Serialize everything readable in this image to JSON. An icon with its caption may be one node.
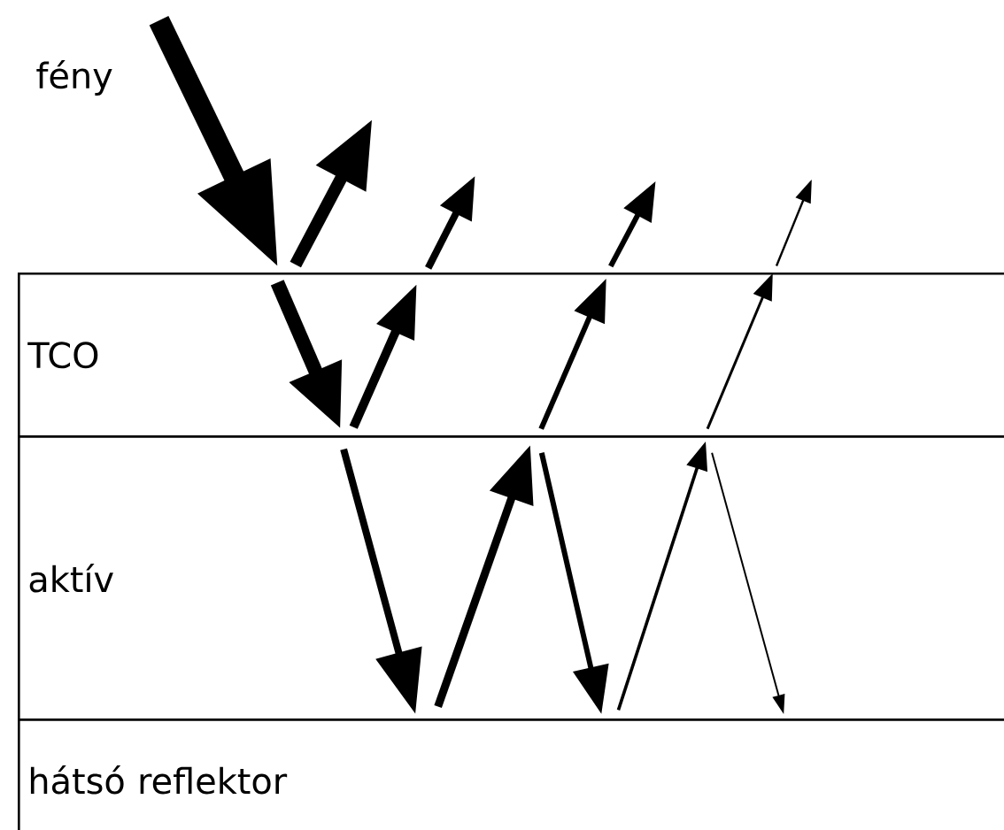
{
  "diagram": {
    "nodes": [
      {
        "text": [
          "TCO"
        ]
      },
      {
        "text": [
          "aktív"
        ]
      },
      {
        "text": [
          "hátsó reflektor"
        ]
      }
    ],
    "labels": [
      "fény"
    ]
  }
}
